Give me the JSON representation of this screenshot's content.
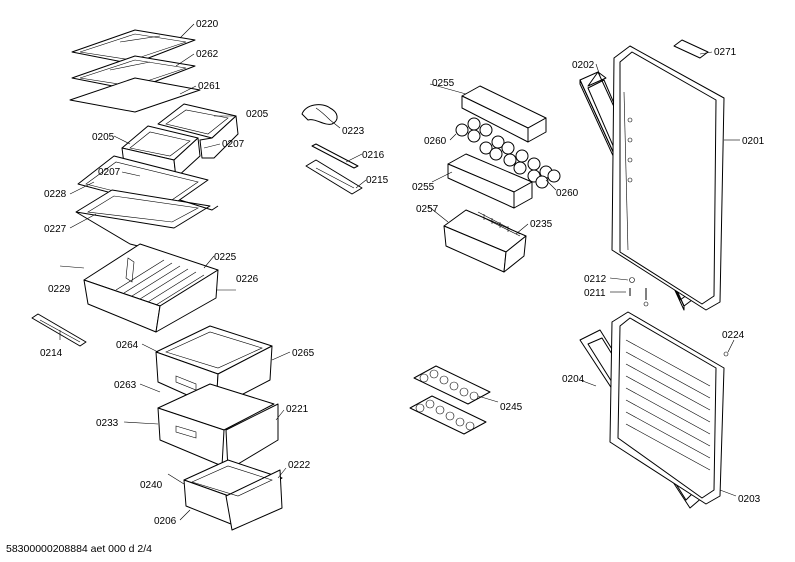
{
  "labels": {
    "p0220": "0220",
    "p0262": "0262",
    "p0261": "0261",
    "p0205a": "0205",
    "p0205b": "0205",
    "p0207a": "0207",
    "p0207b": "0207",
    "p0228": "0228",
    "p0227": "0227",
    "p0225": "0225",
    "p0226": "0226",
    "p0229": "0229",
    "p0214": "0214",
    "p0264": "0264",
    "p0265": "0265",
    "p0263": "0263",
    "p0221": "0221",
    "p0233": "0233",
    "p0240": "0240",
    "p0222": "0222",
    "p0206": "0206",
    "p0223": "0223",
    "p0216": "0216",
    "p0215": "0215",
    "p0255a": "0255",
    "p0255b": "0255",
    "p0260a": "0260",
    "p0260b": "0260",
    "p0257": "0257",
    "p0235": "0235",
    "p0245": "0245",
    "p0202": "0202",
    "p0271": "0271",
    "p0201": "0201",
    "p0212": "0212",
    "p0211": "0211",
    "p0224": "0224",
    "p0204": "0204",
    "p0203": "0203"
  },
  "footer": {
    "code": "58300000208884 aet 000 d 2/4"
  }
}
